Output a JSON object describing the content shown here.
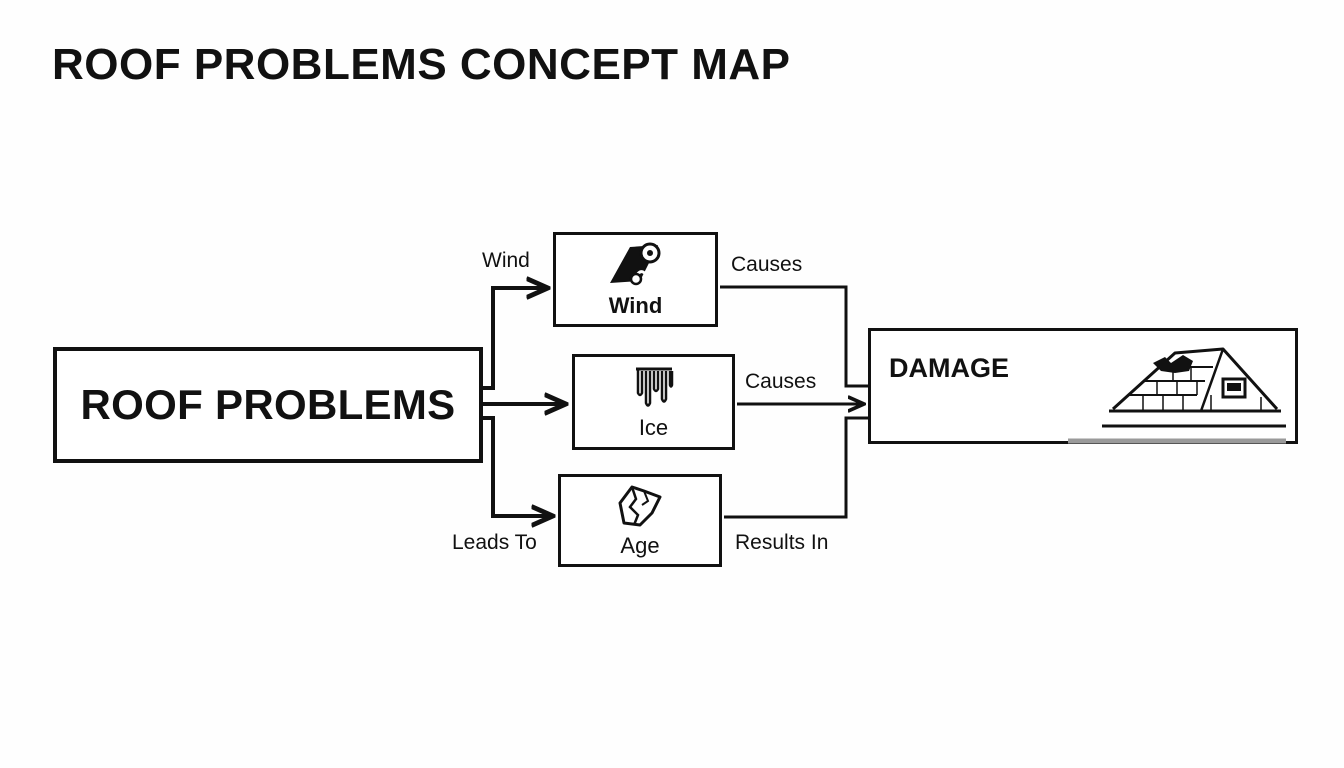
{
  "title": "ROOF PROBLEMS CONCEPT MAP",
  "root": {
    "label": "ROOF PROBLEMS"
  },
  "causes": [
    {
      "label": "Wind",
      "icon": "wind-roll-icon",
      "edge_in": "Wind",
      "edge_out": "Causes"
    },
    {
      "label": "Ice",
      "icon": "icicle-icon",
      "edge_in": "",
      "edge_out": "Causes"
    },
    {
      "label": "Age",
      "icon": "cracked-shingle-icon",
      "edge_in": "Leads To",
      "edge_out": "Results In"
    }
  ],
  "outcome": {
    "label": "DAMAGE",
    "icon": "damaged-roof-icon"
  },
  "colors": {
    "line": "#111111",
    "background": "#ffffff",
    "underline_gray": "#9a9a9a"
  }
}
